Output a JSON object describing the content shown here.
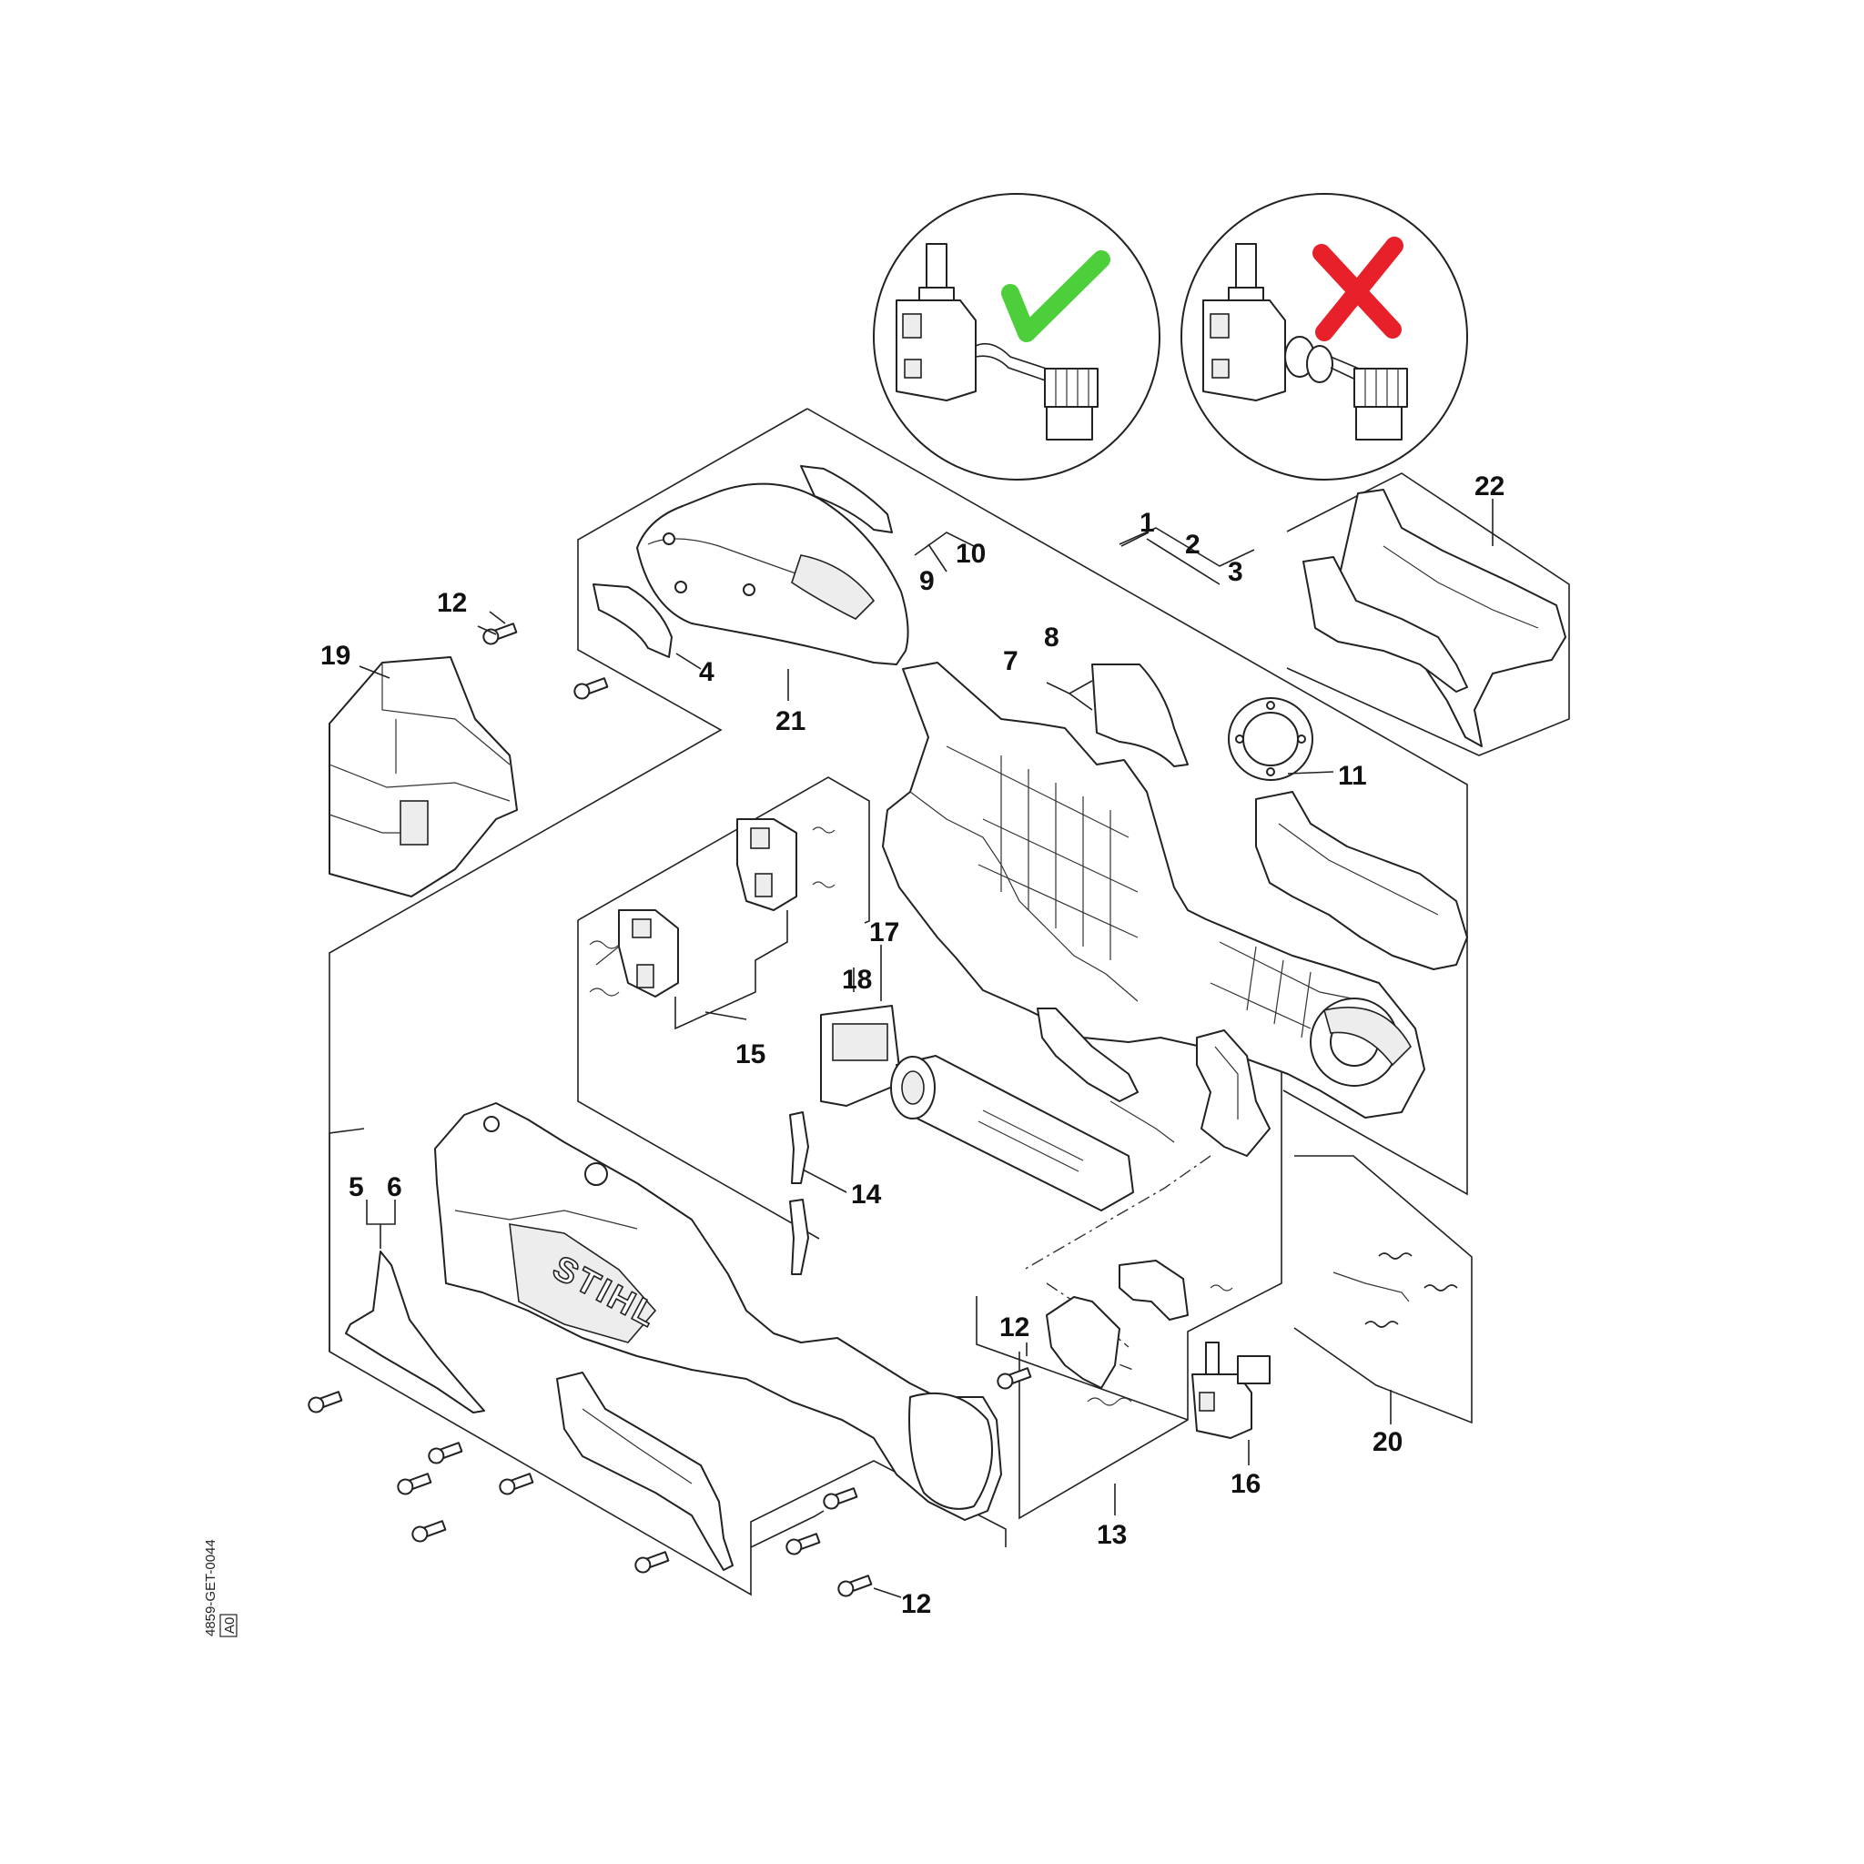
{
  "diagram": {
    "drawing_code": "4859-GET-0044",
    "drawing_code_box": "A0",
    "brand_mark": "STIHL",
    "check_color": "#4ccf3a",
    "cross_color": "#e8202a",
    "callouts": {
      "c1": "1",
      "c2": "2",
      "c3": "3",
      "c4": "4",
      "c5": "5",
      "c6": "6",
      "c7": "7",
      "c8": "8",
      "c9": "9",
      "c10": "10",
      "c11": "11",
      "c12a": "12",
      "c12b": "12",
      "c12c": "12",
      "c13": "13",
      "c14": "14",
      "c15": "15",
      "c16": "16",
      "c17": "17",
      "c18": "18",
      "c19": "19",
      "c20": "20",
      "c21": "21",
      "c22": "22"
    },
    "icons": [
      "check-mark-icon",
      "cross-mark-icon",
      "screw-icon",
      "spring-icon"
    ]
  }
}
